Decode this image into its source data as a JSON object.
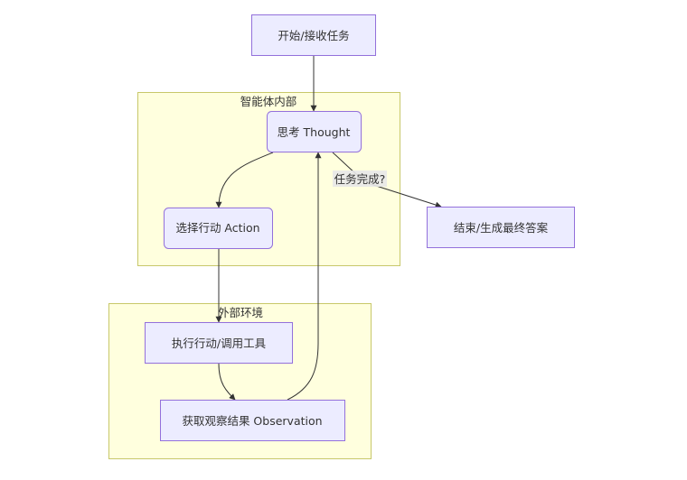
{
  "diagram": {
    "type": "flowchart",
    "clusters": [
      {
        "id": "agent",
        "label": "智能体内部"
      },
      {
        "id": "env",
        "label": "外部环境"
      }
    ],
    "nodes": [
      {
        "id": "start",
        "label": "开始/接收任务",
        "shape": "rect"
      },
      {
        "id": "thought",
        "label": "思考 Thought",
        "shape": "round-rect",
        "cluster": "agent"
      },
      {
        "id": "action",
        "label": "选择行动 Action",
        "shape": "round-rect",
        "cluster": "agent"
      },
      {
        "id": "end",
        "label": "结束/生成最终答案",
        "shape": "rect"
      },
      {
        "id": "execute",
        "label": "执行行动/调用工具",
        "shape": "rect",
        "cluster": "env"
      },
      {
        "id": "observe",
        "label": "获取观察结果 Observation",
        "shape": "rect",
        "cluster": "env"
      }
    ],
    "edges": [
      {
        "from": "start",
        "to": "thought",
        "label": ""
      },
      {
        "from": "thought",
        "to": "action",
        "label": ""
      },
      {
        "from": "thought",
        "to": "end",
        "label": "任务完成?"
      },
      {
        "from": "action",
        "to": "execute",
        "label": ""
      },
      {
        "from": "execute",
        "to": "observe",
        "label": ""
      },
      {
        "from": "observe",
        "to": "thought",
        "label": ""
      }
    ],
    "colors": {
      "cluster_fill": "#ffffde",
      "cluster_stroke": "#c8c86a",
      "node_fill": "#ececff",
      "node_stroke": "#9370db",
      "edge": "#333333",
      "text": "#333333"
    }
  }
}
